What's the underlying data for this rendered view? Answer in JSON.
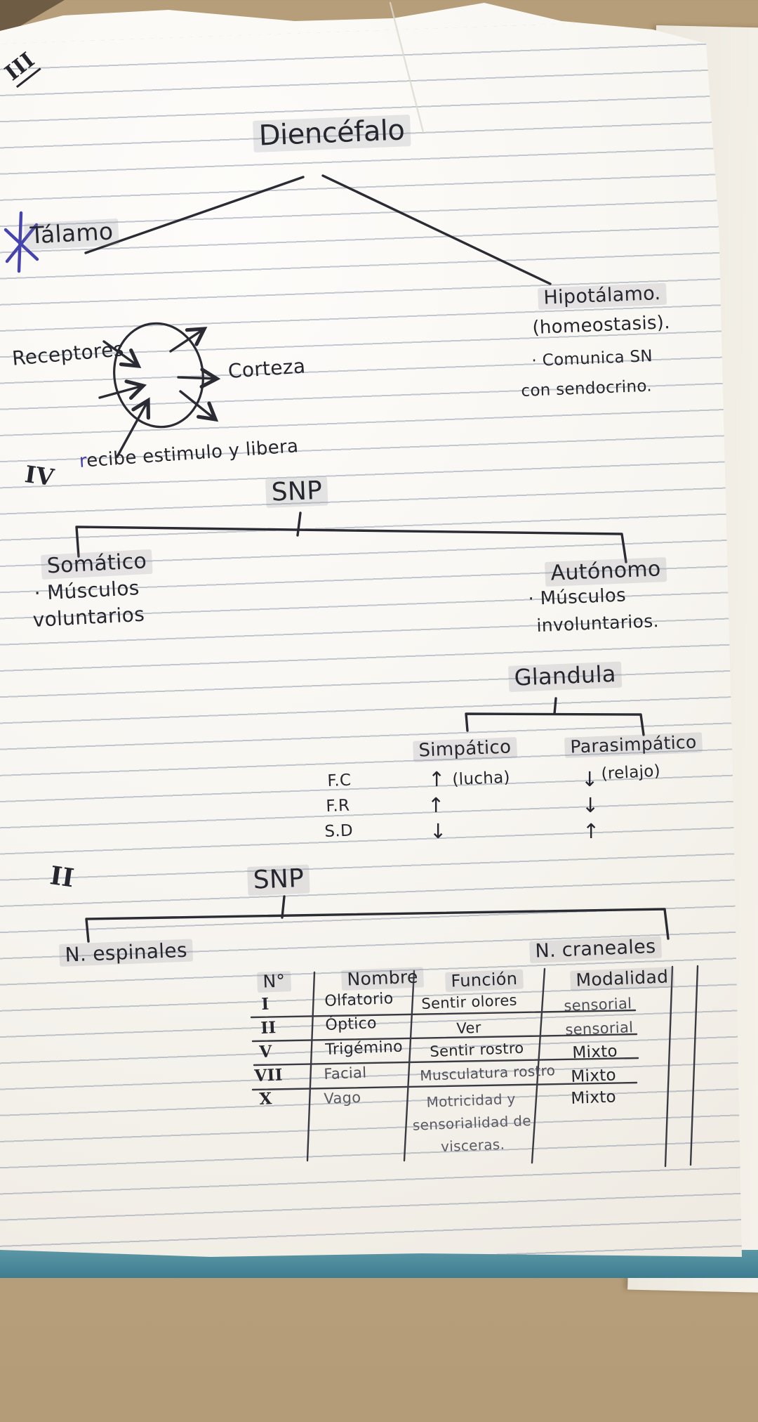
{
  "colors": {
    "ink": "#26262e",
    "accent_blue": "#4543ae",
    "highlight_gray": "#d9d9de",
    "paper_white": "#faf8f4",
    "desk_tan": "#b09872",
    "bottom_strip_teal": "#4a8a9b",
    "ruled_line": "#9aa7b8"
  },
  "icons": {
    "star_annotation": "*"
  },
  "page": {
    "corner_marker": "III"
  },
  "diencephalon_map": {
    "title": "Diencéfalo",
    "left_node": "Tálamo",
    "right_node": {
      "name": "Hipotálamo.",
      "note1": "(homeostasis).",
      "note2": "· Comunica SN",
      "note3": "con sendocrino."
    }
  },
  "thalamus_circuit": {
    "input_label": "Receptores",
    "output_label": "Corteza",
    "caption_initial": "r",
    "caption_rest": "ecibe estimulo y libera"
  },
  "snp_divisions": {
    "section_marker": "IV",
    "root": "SNP",
    "somatic": {
      "name": "Somático",
      "line1": "· Músculos",
      "line2": "voluntarios"
    },
    "autonomic": {
      "name": "Autónomo",
      "line1": "· Músculos",
      "line2": "involuntarios."
    }
  },
  "gland_branches": {
    "root": "Glandula",
    "sympathetic": "Simpático",
    "parasympathetic": "Parasimpático",
    "sympathetic_note": "(lucha)",
    "parasympathetic_note": "(relajo)",
    "rows": [
      {
        "param": "F.C",
        "sympathetic_arrow": "↑",
        "parasympathetic_arrow": "↓"
      },
      {
        "param": "F.R",
        "sympathetic_arrow": "↑",
        "parasympathetic_arrow": "↓"
      },
      {
        "param": "S.D",
        "sympathetic_arrow": "↓",
        "parasympathetic_arrow": "↑"
      }
    ]
  },
  "snp_nerves": {
    "section_marker": "II",
    "root": "SNP",
    "left_branch": "N. espinales",
    "right_branch": "N. craneales"
  },
  "cranial_nerves_table": {
    "headers": {
      "num": "N°",
      "name": "Nombre",
      "function": "Función",
      "modality": "Modalidad"
    },
    "rows": [
      {
        "num": "I",
        "name": "Olfatorio",
        "function": "Sentir olores",
        "modality": "sensorial"
      },
      {
        "num": "II",
        "name": "Óptico",
        "function": "Ver",
        "modality": "sensorial"
      },
      {
        "num": "V",
        "name": "Trigémino",
        "function": "Sentir rostro",
        "modality": "Mixto"
      },
      {
        "num": "VII",
        "name": "Facial",
        "function": "Musculatura rostro",
        "modality": "Mixto"
      },
      {
        "num": "X",
        "name": "Vago",
        "function": "Motricidad y\nsensorialidad de\nvisceras.",
        "modality": "Mixto"
      }
    ]
  }
}
